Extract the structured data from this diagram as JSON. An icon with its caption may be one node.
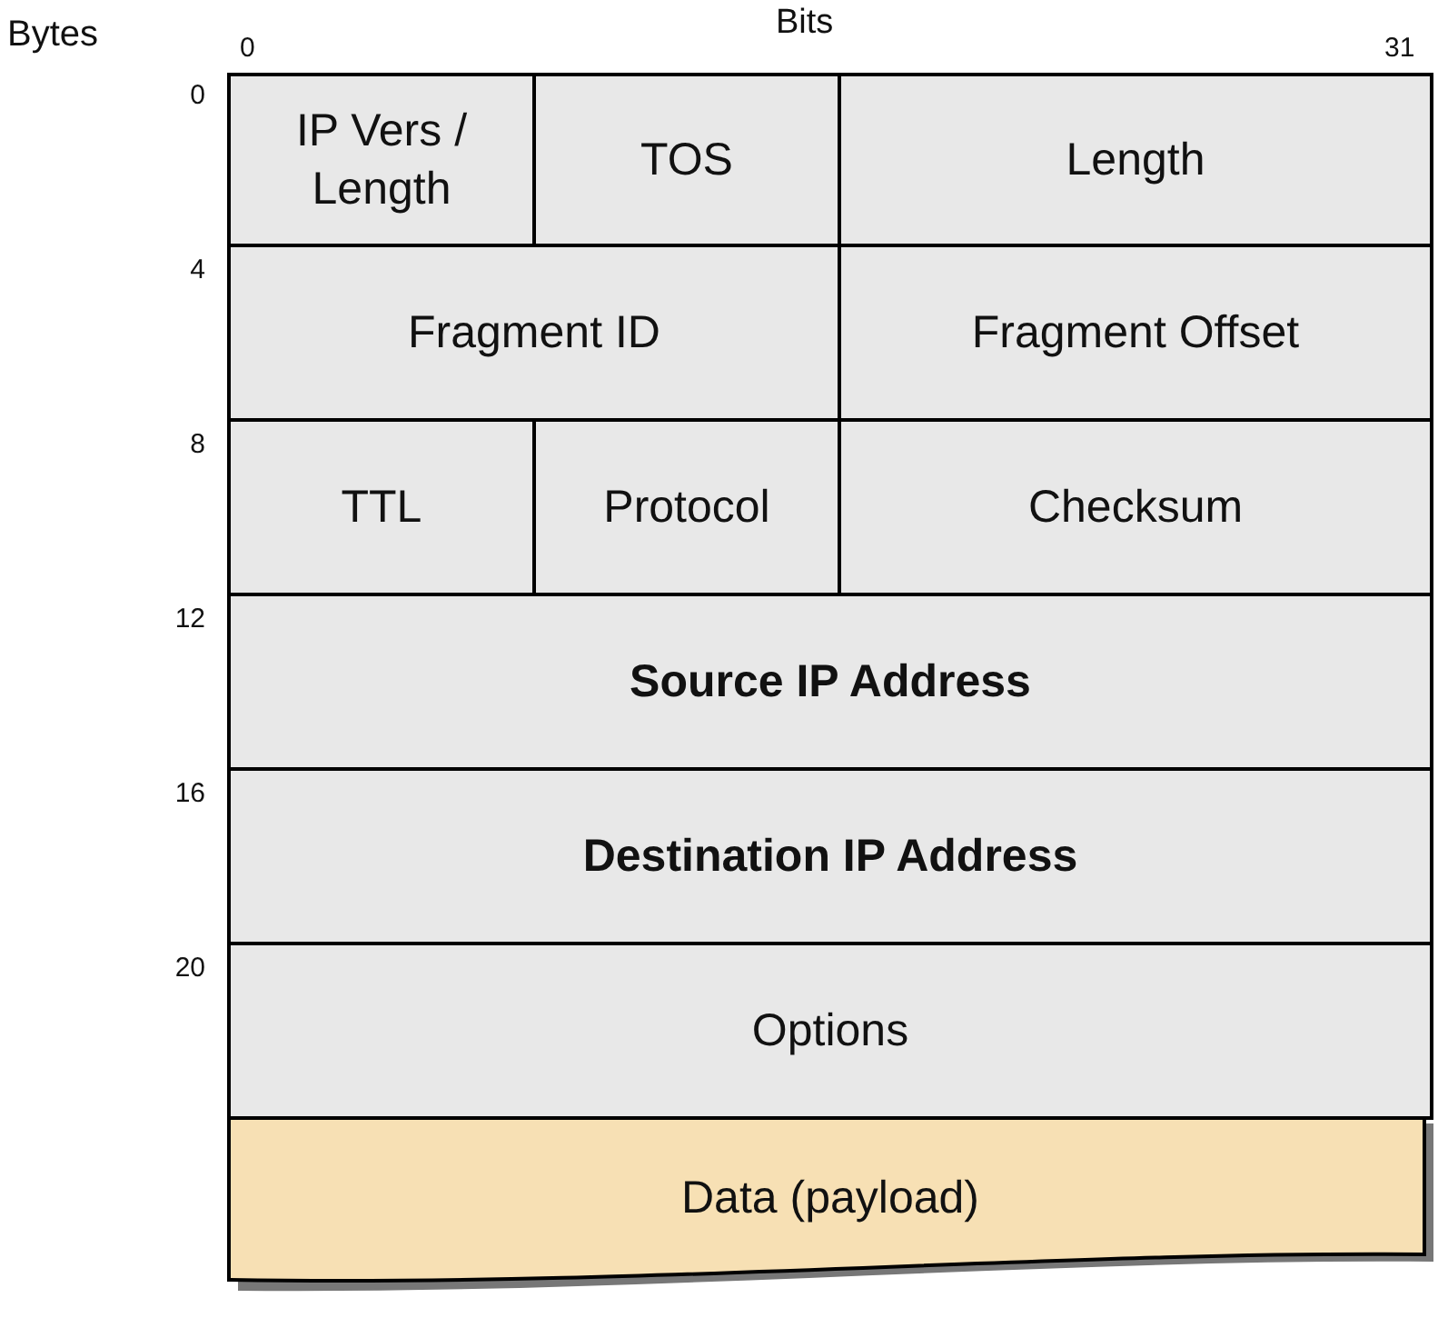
{
  "diagram": {
    "nodes": [
      {
        "text": [
          "IP Vers / Length"
        ]
      },
      {
        "text": [
          "TOS"
        ]
      },
      {
        "text": [
          "Length"
        ]
      },
      {
        "text": [
          "Fragment ID"
        ]
      },
      {
        "text": [
          "Fragment Offset"
        ]
      },
      {
        "text": [
          "TTL"
        ]
      },
      {
        "text": [
          "Protocol"
        ]
      },
      {
        "text": [
          "Checksum"
        ]
      },
      {
        "text": [
          "Source IP Address"
        ]
      },
      {
        "text": [
          "Destination IP Address"
        ]
      },
      {
        "text": [
          "Options"
        ]
      },
      {
        "text": [
          "Data (payload)"
        ]
      }
    ],
    "labels": [
      "Bits",
      "Bytes",
      "0",
      "31",
      "0",
      "4",
      "8",
      "12",
      "16",
      "20"
    ]
  }
}
